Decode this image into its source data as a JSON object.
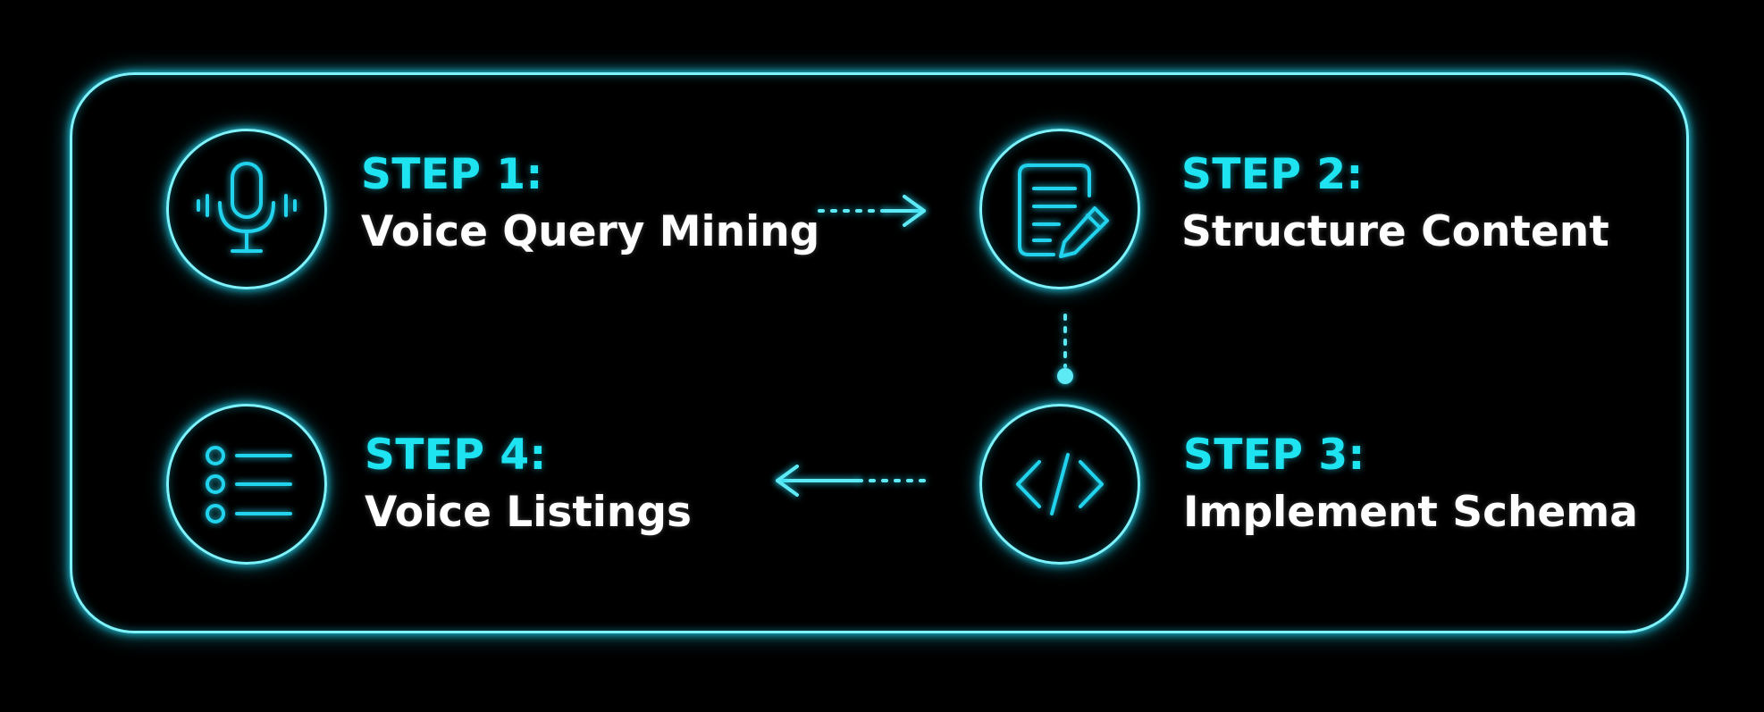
{
  "steps": [
    {
      "number": "STEP 1:",
      "title": "Voice Query Mining",
      "icon": "microphone-icon"
    },
    {
      "number": "STEP 2:",
      "title": "Structure Content",
      "icon": "document-edit-icon"
    },
    {
      "number": "STEP 3:",
      "title": "Implement Schema",
      "icon": "code-icon"
    },
    {
      "number": "STEP 4:",
      "title": "Voice Listings",
      "icon": "list-icon"
    }
  ],
  "flow": [
    "STEP 1:",
    "STEP 2:",
    "STEP 3:",
    "STEP 4:"
  ],
  "colors": {
    "accent": "#22d3ee",
    "accent_light": "#7ff3fb",
    "text": "#ffffff",
    "background": "#000000"
  }
}
